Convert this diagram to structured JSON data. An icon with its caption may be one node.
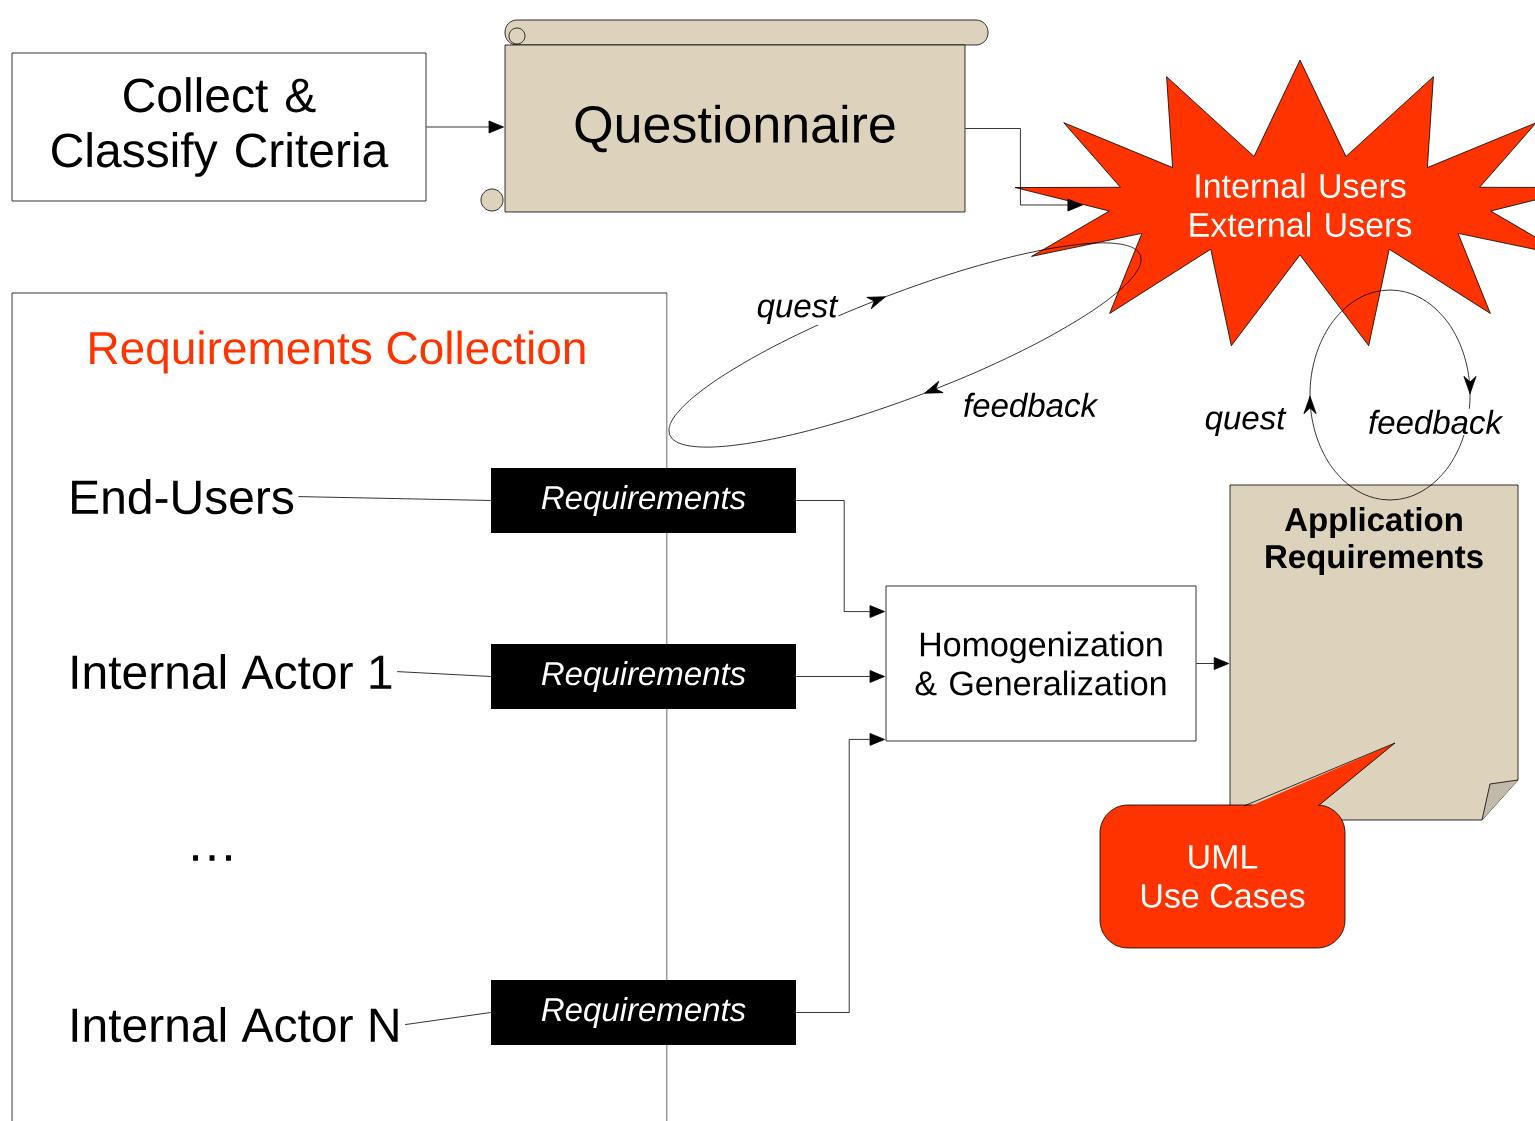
{
  "diagram": {
    "nodes": [
      {
        "text": [
          "Collect & Classify Criteria"
        ]
      },
      {
        "text": [
          "Questionnaire"
        ]
      },
      {
        "text": [
          "Internal Users External Users"
        ]
      },
      {
        "text": [
          "Requirements Collection"
        ]
      },
      {
        "text": [
          "End-Users"
        ],
        "in": 3
      },
      {
        "text": [
          "Requirements"
        ]
      },
      {
        "text": [
          "Internal Actor 1"
        ],
        "in": 3
      },
      {
        "text": [
          "Requirements"
        ]
      },
      {
        "text": [
          "Internal Actor N"
        ],
        "in": 3
      },
      {
        "text": [
          "Requirements"
        ]
      },
      {
        "text": [
          "Homogenization & Generalization"
        ]
      },
      {
        "text": [
          "Application Requirements"
        ]
      },
      {
        "text": [
          "UML",
          "Use Cases"
        ]
      }
    ],
    "edges": [
      {
        "from": 0,
        "to": 1,
        "arrow": "to"
      },
      {
        "from": 1,
        "to": 2,
        "arrow": "to"
      },
      {
        "from": 3,
        "to": 2,
        "arrow": "to",
        "label": "quest"
      },
      {
        "from": 2,
        "to": 3,
        "arrow": "to",
        "label": "feedback"
      },
      {
        "from": 11,
        "to": 2,
        "arrow": "to",
        "label": "quest"
      },
      {
        "from": 2,
        "to": 11,
        "arrow": "to",
        "label": "feedback"
      },
      {
        "from": 4,
        "to": 5,
        "arrow": "none"
      },
      {
        "from": 6,
        "to": 7,
        "arrow": "none"
      },
      {
        "from": 8,
        "to": 9,
        "arrow": "none"
      },
      {
        "from": 5,
        "to": 10,
        "arrow": "to"
      },
      {
        "from": 7,
        "to": 10,
        "arrow": "to"
      },
      {
        "from": 9,
        "to": 10,
        "arrow": "to"
      },
      {
        "from": 10,
        "to": 11,
        "arrow": "to"
      }
    ],
    "labels": [
      "…"
    ]
  }
}
